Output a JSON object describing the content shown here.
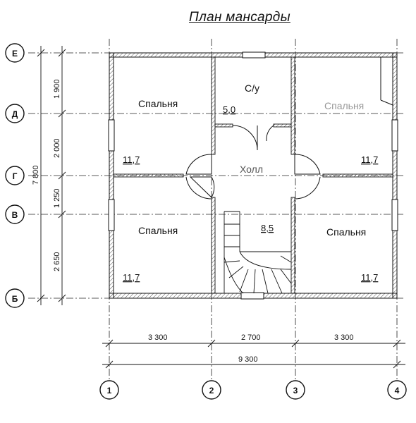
{
  "title": "План мансарды",
  "axes": {
    "rows": [
      "Е",
      "Д",
      "Г",
      "В",
      "Б"
    ],
    "cols": [
      "1",
      "2",
      "3",
      "4"
    ]
  },
  "dims": {
    "horizontal": [
      "3 300",
      "2 700",
      "3 300"
    ],
    "horizontal_total": "9 300",
    "vertical": [
      "1 900",
      "2 000",
      "1 250",
      "2 650"
    ],
    "vertical_total": "7 800"
  },
  "rooms": [
    {
      "name": "Спальня",
      "area": "11,7"
    },
    {
      "name": "С/у",
      "area": "5,0"
    },
    {
      "name": "Спальня",
      "area": "11,7"
    },
    {
      "name": "Холл",
      "area": "8,5"
    },
    {
      "name": "Спальня",
      "area": "11,7"
    },
    {
      "name": "Спальня",
      "area": "11,7"
    }
  ]
}
